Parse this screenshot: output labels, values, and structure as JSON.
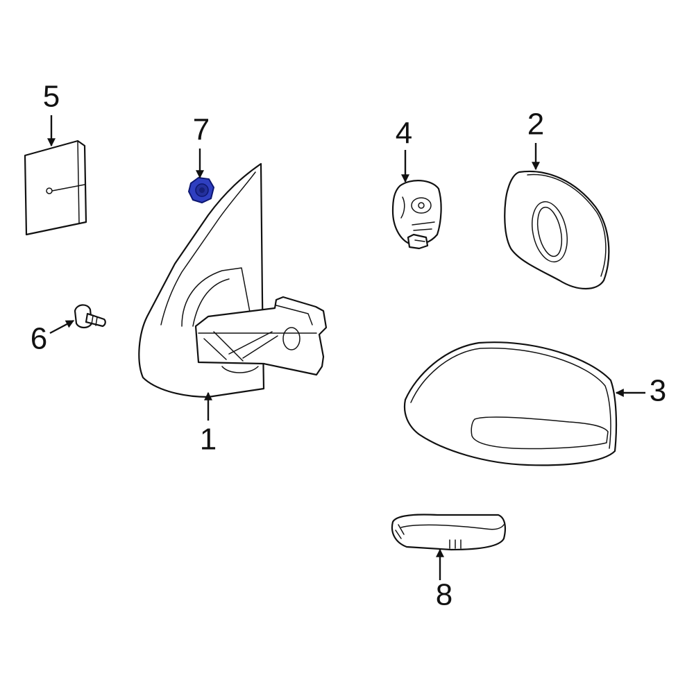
{
  "callouts": [
    {
      "id": "1",
      "label": "1"
    },
    {
      "id": "2",
      "label": "2"
    },
    {
      "id": "3",
      "label": "3"
    },
    {
      "id": "4",
      "label": "4"
    },
    {
      "id": "5",
      "label": "5"
    },
    {
      "id": "6",
      "label": "6"
    },
    {
      "id": "7",
      "label": "7"
    },
    {
      "id": "8",
      "label": "8"
    }
  ],
  "colors": {
    "line": "#111111",
    "background": "#ffffff",
    "highlight_fill": "#2f3fc0",
    "highlight_stroke": "#0c1670"
  },
  "highlighted_part": "7"
}
